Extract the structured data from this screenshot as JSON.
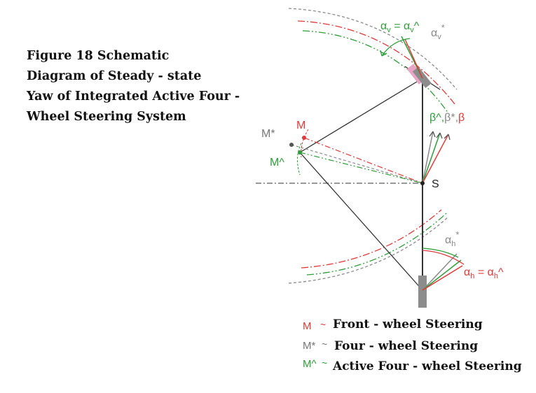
{
  "caption": {
    "lines": [
      "Figure 18 Schematic",
      "Diagram of Steady - state",
      "Yaw of Integrated Active Four -",
      "Wheel Steering System"
    ]
  },
  "labels": {
    "M": "M",
    "M_star": "M*",
    "M_hat": "M^",
    "S": "S",
    "alpha_v_eq": "α",
    "alpha_v_eq_sub": "v",
    "alpha_v_eq_rest": " = α",
    "alpha_v_eq_sub2": "v",
    "alpha_v_eq_hat": "^",
    "alpha_v_star": "α",
    "alpha_v_star_sub": "v",
    "alpha_v_star_sup": "*",
    "beta_green": "β^,",
    "beta_gray": "β*,",
    "beta_red": "β",
    "alpha_h_star": "α",
    "alpha_h_star_sub": "h",
    "alpha_h_star_sup": "*",
    "alpha_h_eq": "α",
    "alpha_h_eq_sub": "h",
    "alpha_h_eq_rest": " = α",
    "alpha_h_eq_sub2": "h",
    "alpha_h_eq_hat": "^"
  },
  "legend": [
    {
      "symbol": "M",
      "tilde": "~",
      "text": "Front - wheel Steering",
      "color": "#e03a3a"
    },
    {
      "symbol": "M*",
      "tilde": "~",
      "text": "Four - wheel Steering",
      "color": "#777777"
    },
    {
      "symbol": "M^",
      "tilde": "~",
      "text": "Active Four - wheel Steering",
      "color": "#2e9e3a"
    }
  ],
  "colors": {
    "front": "#e03a3a",
    "four": "#8a8a8a",
    "active": "#2e9e3a",
    "vehicle": "#333333",
    "wheel": "#8c8c8c",
    "wheel_highlight": "#e9a6c4"
  }
}
